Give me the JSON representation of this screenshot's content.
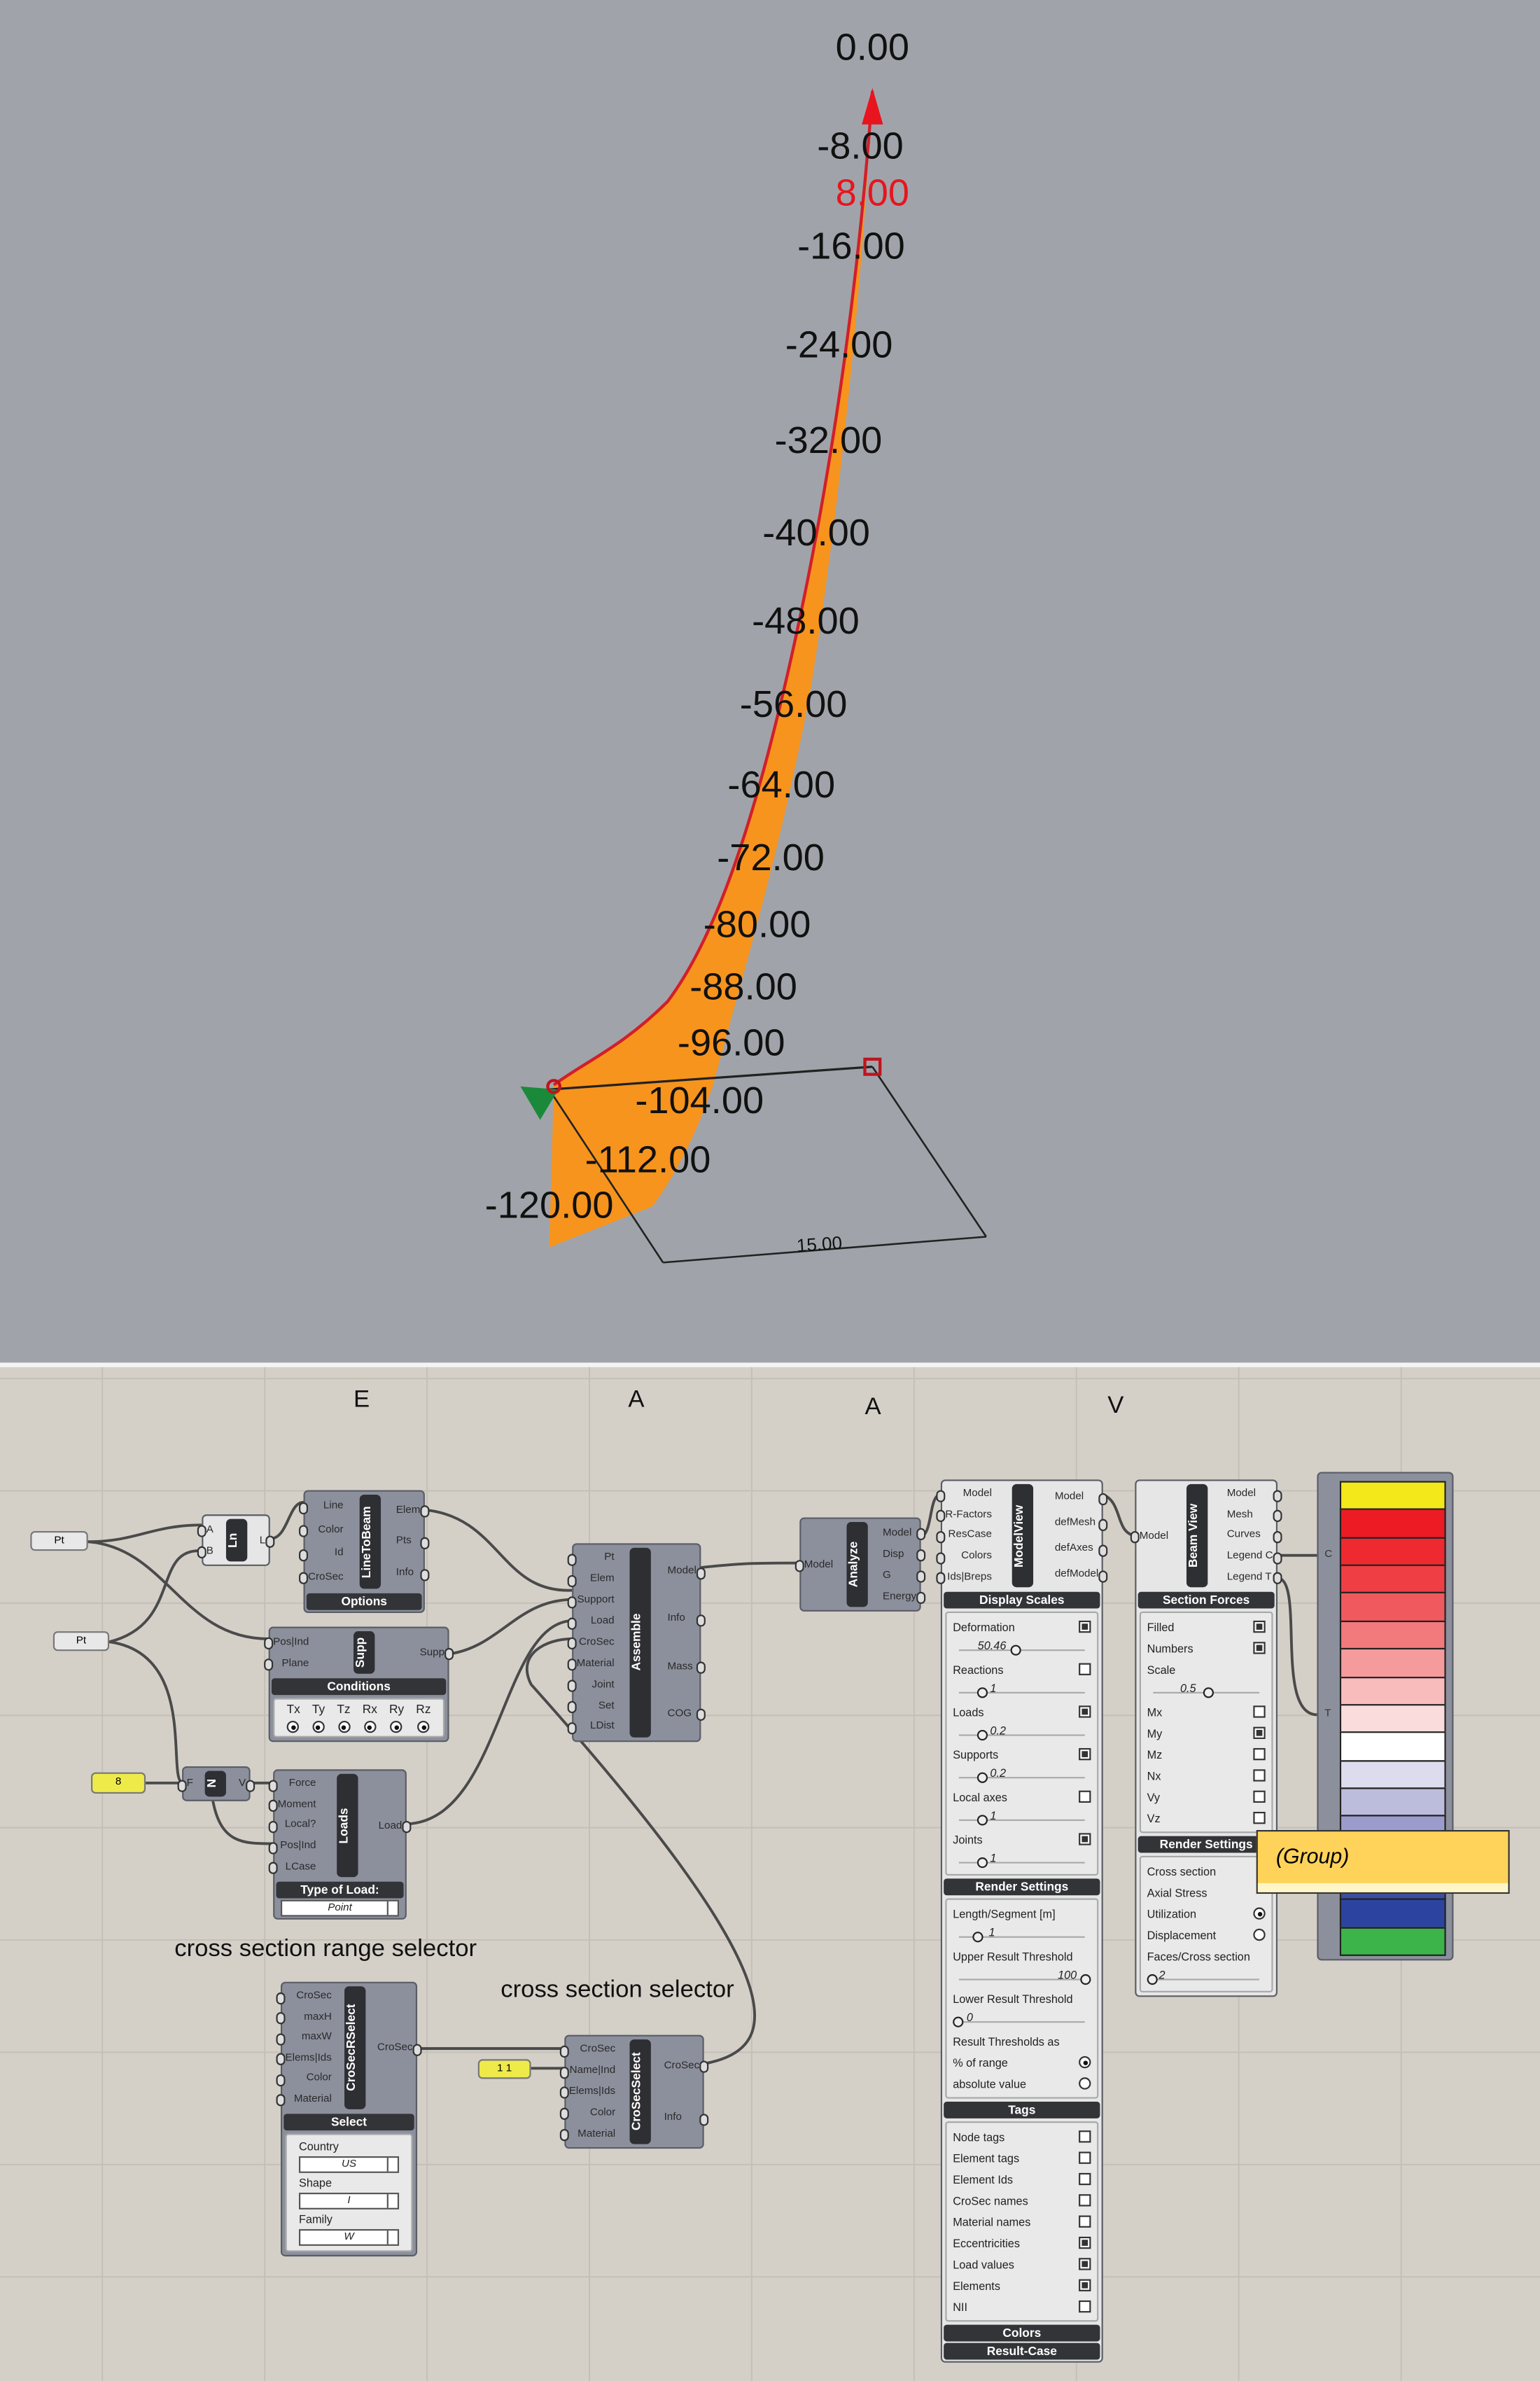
{
  "viewport": {
    "labels": [
      "0.00",
      "-8.00",
      "8.00",
      "-16.00",
      "-24.00",
      "-32.00",
      "-40.00",
      "-48.00",
      "-56.00",
      "-64.00",
      "-72.00",
      "-80.00",
      "-88.00",
      "-96.00",
      "-104.00",
      "-112.00",
      "-120.00"
    ],
    "dimension": "15.00",
    "colors": {
      "diagram_fill": "#f7941d",
      "diagram_edge": "#d11f2a",
      "support": "#1a8a3a",
      "background": "#a0a4aa"
    }
  },
  "group_labels": [
    "E",
    "A",
    "A",
    "V"
  ],
  "notes": {
    "range_selector": "cross section range selector",
    "selector": "cross section selector"
  },
  "params": {
    "pt1": "Pt",
    "pt2": "Pt",
    "num8": "8",
    "num11": "1 1"
  },
  "components": {
    "ln": {
      "title": "Ln",
      "inputs": [
        "A",
        "B"
      ],
      "outputs": [
        "L"
      ]
    },
    "linetobeam": {
      "title": "LineToBeam",
      "inputs": [
        "Line",
        "Color",
        "Id",
        "CroSec"
      ],
      "outputs": [
        "Elem",
        "Pts",
        "Info"
      ],
      "bar": "Options"
    },
    "supp": {
      "title": "Supp",
      "inputs": [
        "Pos|Ind",
        "Plane"
      ],
      "outputs": [
        "Supp"
      ],
      "bar": "Conditions",
      "conditions": [
        "Tx",
        "Ty",
        "Tz",
        "Rx",
        "Ry",
        "Rz"
      ]
    },
    "n": {
      "title": "N",
      "inputs": [
        "F"
      ],
      "outputs": [
        "V"
      ]
    },
    "loads": {
      "title": "Loads",
      "inputs": [
        "Force",
        "Moment",
        "Local?",
        "Pos|Ind",
        "LCase"
      ],
      "outputs": [
        "Load"
      ],
      "bar": "Type of Load:",
      "dropdown": "Point"
    },
    "assemble": {
      "title": "Assemble",
      "inputs": [
        "Pt",
        "Elem",
        "Support",
        "Load",
        "CroSec",
        "Material",
        "Joint",
        "Set",
        "LDist"
      ],
      "outputs": [
        "Model",
        "Info",
        "Mass",
        "COG"
      ]
    },
    "analyze": {
      "title": "Analyze",
      "inputs": [
        "Model"
      ],
      "outputs": [
        "Model",
        "Disp",
        "G",
        "Energy"
      ]
    },
    "modelview": {
      "title": "ModelView",
      "inputs": [
        "Model",
        "R-Factors",
        "ResCase",
        "Colors",
        "Ids|Breps"
      ],
      "outputs": [
        "Model",
        "defMesh",
        "defAxes",
        "defModel"
      ],
      "display_scales": "Display Scales",
      "scales": [
        {
          "label": "Deformation",
          "checked": true,
          "value": "50.46",
          "pos": 0.3
        },
        {
          "label": "Reactions",
          "checked": false,
          "value": "1",
          "pos": 0.18
        },
        {
          "label": "Loads",
          "checked": true,
          "value": "0.2",
          "pos": 0.18
        },
        {
          "label": "Supports",
          "checked": true,
          "value": "0.2",
          "pos": 0.18
        },
        {
          "label": "Local axes",
          "checked": false,
          "value": "1",
          "pos": 0.18
        },
        {
          "label": "Joints",
          "checked": true,
          "value": "1",
          "pos": 0.18
        }
      ],
      "render_settings": "Render Settings",
      "length_segment": "Length/Segment [m]",
      "length_value": "1",
      "upper": "Upper Result Threshold",
      "upper_value": "100",
      "lower": "Lower Result Threshold",
      "lower_value": "0",
      "thresholds_as": "Result Thresholds as",
      "pct": "% of range",
      "abs": "absolute value",
      "tags_bar": "Tags",
      "tags": [
        {
          "label": "Node tags",
          "checked": false
        },
        {
          "label": "Element tags",
          "checked": false
        },
        {
          "label": "Element Ids",
          "checked": false
        },
        {
          "label": "CroSec names",
          "checked": false
        },
        {
          "label": "Material names",
          "checked": false
        },
        {
          "label": "Eccentricities",
          "checked": true
        },
        {
          "label": "Load values",
          "checked": true
        },
        {
          "label": "Elements",
          "checked": true
        },
        {
          "label": "NII",
          "checked": false
        }
      ],
      "colors_bar": "Colors",
      "resultcase_bar": "Result-Case"
    },
    "beamview": {
      "title": "Beam View",
      "inputs": [
        "Model"
      ],
      "outputs": [
        "Model",
        "Mesh",
        "Curves",
        "Legend C",
        "Legend T"
      ],
      "section_forces": "Section Forces",
      "filled": "Filled",
      "numbers": "Numbers",
      "scale": "Scale",
      "scale_value": "0.5",
      "forces": [
        {
          "label": "Mx",
          "checked": false
        },
        {
          "label": "My",
          "checked": true
        },
        {
          "label": "Mz",
          "checked": false
        },
        {
          "label": "Nx",
          "checked": false
        },
        {
          "label": "Vy",
          "checked": false
        },
        {
          "label": "Vz",
          "checked": false
        }
      ],
      "render_settings": "Render Settings",
      "cross_section": "Cross section",
      "axial": "Axial Stress",
      "utilization": "Utilization",
      "displacement": "Displacement",
      "faces": "Faces/Cross section",
      "faces_value": "2"
    },
    "crosecrange": {
      "title": "CroSecRSelect",
      "inputs": [
        "CroSec",
        "maxH",
        "maxW",
        "Elems|Ids",
        "Color",
        "Material"
      ],
      "outputs": [
        "CroSec"
      ],
      "bar": "Select",
      "country_label": "Country",
      "country": "US",
      "shape_label": "Shape",
      "shape": "I",
      "family_label": "Family",
      "family": "W"
    },
    "crosecselect": {
      "title": "CroSecSelect",
      "inputs": [
        "CroSec",
        "Name|Ind",
        "Elems|Ids",
        "Color",
        "Material"
      ],
      "outputs": [
        "CroSec",
        "Info"
      ]
    }
  },
  "legend": {
    "inputs": [
      "C",
      "T"
    ],
    "colors": [
      "#f2e81a",
      "#ed1c24",
      "#ee2a30",
      "#ef3e44",
      "#f05a5e",
      "#f27a7c",
      "#f59b9c",
      "#f8bcbd",
      "#fbdcdd",
      "#ffffff",
      "#dcdcee",
      "#bcbcdc",
      "#9c9ccc",
      "#7c7cbc",
      "#3a4ea0",
      "#2c44a0",
      "#3cb449"
    ]
  },
  "tooltip": "(Group)"
}
